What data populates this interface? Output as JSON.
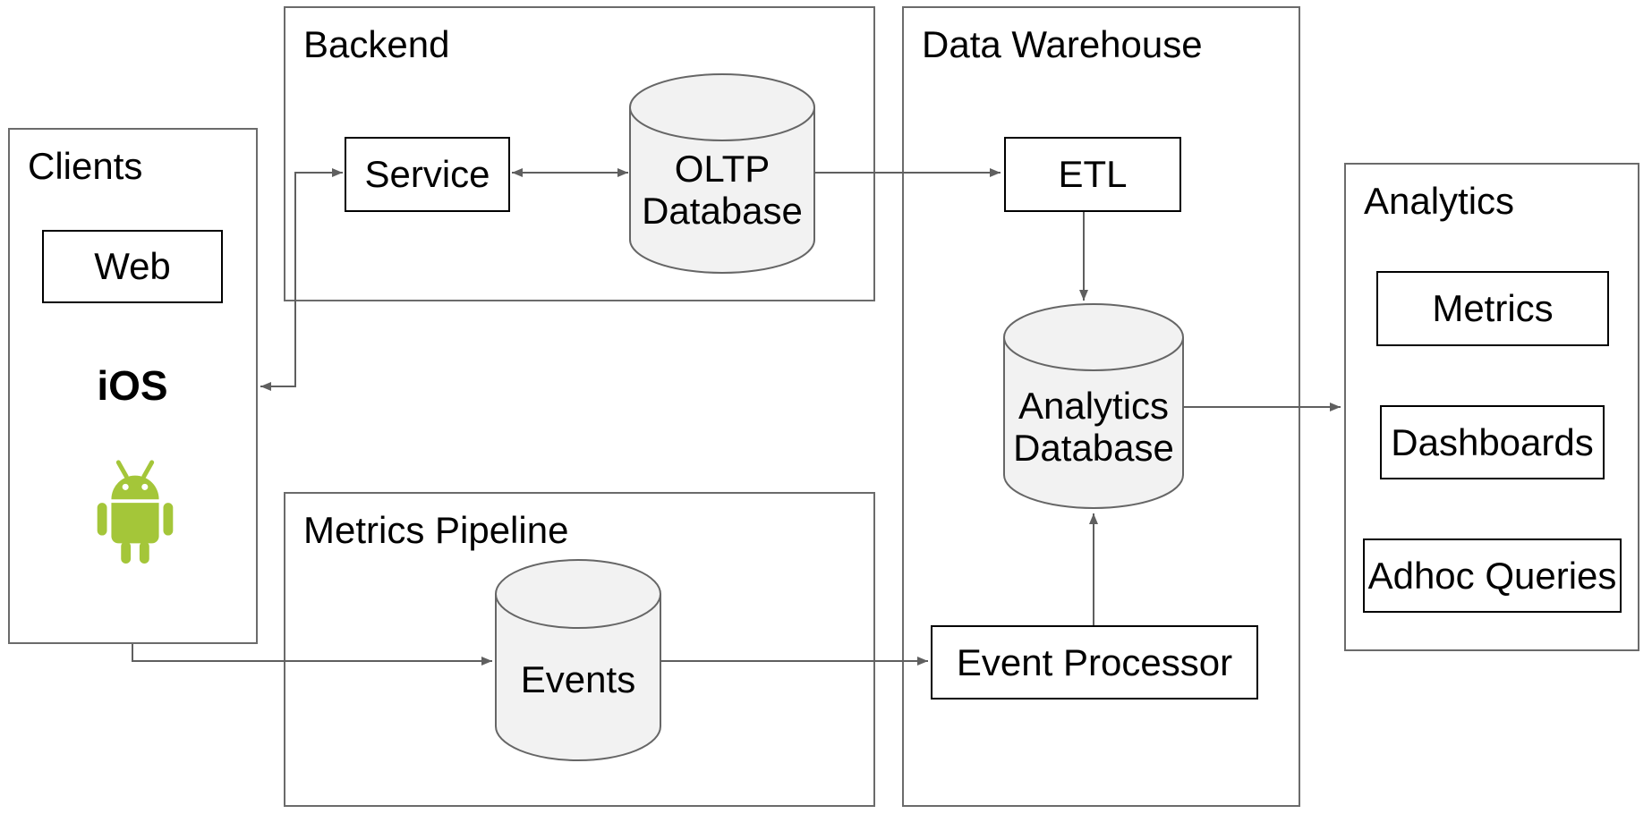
{
  "colors": {
    "group_border": "#6b6b6b",
    "node_border": "#000000",
    "line_color": "#5f5f5f",
    "cylinder_fill": "#f2f2f2",
    "cylinder_stroke": "#666666",
    "android_green": "#a4c639",
    "text_color": "#000000",
    "background": "#ffffff"
  },
  "groups": {
    "clients": {
      "title": "Clients"
    },
    "backend": {
      "title": "Backend"
    },
    "metrics_pipeline": {
      "title": "Metrics Pipeline"
    },
    "data_warehouse": {
      "title": "Data Warehouse"
    },
    "analytics": {
      "title": "Analytics"
    }
  },
  "nodes": {
    "web": {
      "label": "Web"
    },
    "ios": {
      "label": "iOS"
    },
    "android": {
      "icon": "android-robot"
    },
    "service": {
      "label": "Service"
    },
    "oltp_database": {
      "line1": "OLTP",
      "line2": "Database"
    },
    "etl": {
      "label": "ETL"
    },
    "analytics_database": {
      "line1": "Analytics",
      "line2": "Database"
    },
    "event_processor": {
      "label": "Event Processor"
    },
    "events": {
      "label": "Events"
    },
    "metrics": {
      "label": "Metrics"
    },
    "dashboards": {
      "label": "Dashboards"
    },
    "adhoc_queries": {
      "label": "Adhoc Queries"
    }
  }
}
